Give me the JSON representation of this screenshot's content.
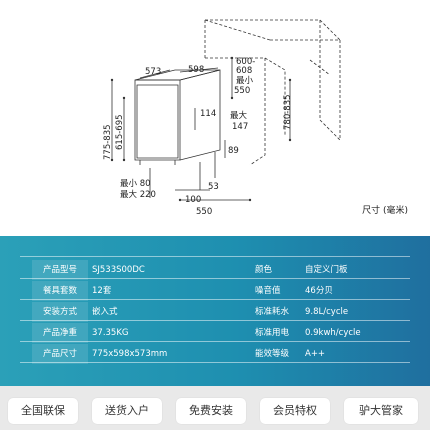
{
  "diagram": {
    "dims": {
      "d573": "573",
      "d598": "598",
      "d600_608": "600-\n608",
      "min_label": "最小",
      "d550_top": "550",
      "d780_835": "780-835",
      "max_label": "最大",
      "d147": "147",
      "d114": "114",
      "d775_835": "775-835",
      "d615_695": "615-695",
      "d89": "89",
      "min_80": "最小 80",
      "max_220": "最大 220",
      "d53": "53",
      "d100": "100",
      "d550_bottom": "550"
    },
    "unit_label": "尺寸 (毫米)"
  },
  "specs": {
    "rows": [
      {
        "k1": "产品型号",
        "v1": "SJ533S00DC",
        "k2": "颜色",
        "v2": "自定义门板"
      },
      {
        "k1": "餐具套数",
        "v1": "12套",
        "k2": "噪音值",
        "v2": "46分贝"
      },
      {
        "k1": "安装方式",
        "v1": "嵌入式",
        "k2": "标准耗水",
        "v2": "9.8L/cycle"
      },
      {
        "k1": "产品净重",
        "v1": "37.35KG",
        "k2": "标准用电",
        "v2": "0.9kwh/cycle"
      },
      {
        "k1": "产品尺寸",
        "v1": "775x598x573mm",
        "k2": "能效等级",
        "v2": "A++"
      }
    ]
  },
  "services": [
    "全国联保",
    "送货入户",
    "免费安装",
    "会员特权",
    "驴大管家"
  ]
}
